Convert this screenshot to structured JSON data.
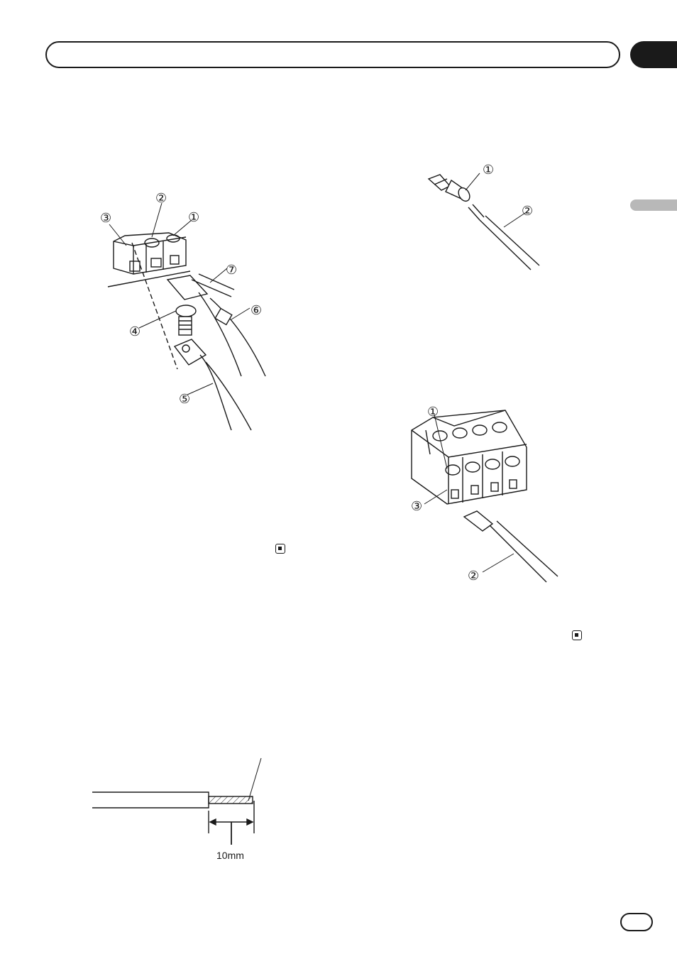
{
  "figures": {
    "fig1": {
      "callouts": [
        "①",
        "②",
        "③",
        "④",
        "⑤",
        "⑥",
        "⑦"
      ]
    },
    "fig2": {
      "callouts": [
        "①",
        "②"
      ]
    },
    "fig3": {
      "callouts": [
        "①",
        "②",
        "③"
      ]
    },
    "fig4": {
      "dimension_label": "10mm"
    }
  }
}
